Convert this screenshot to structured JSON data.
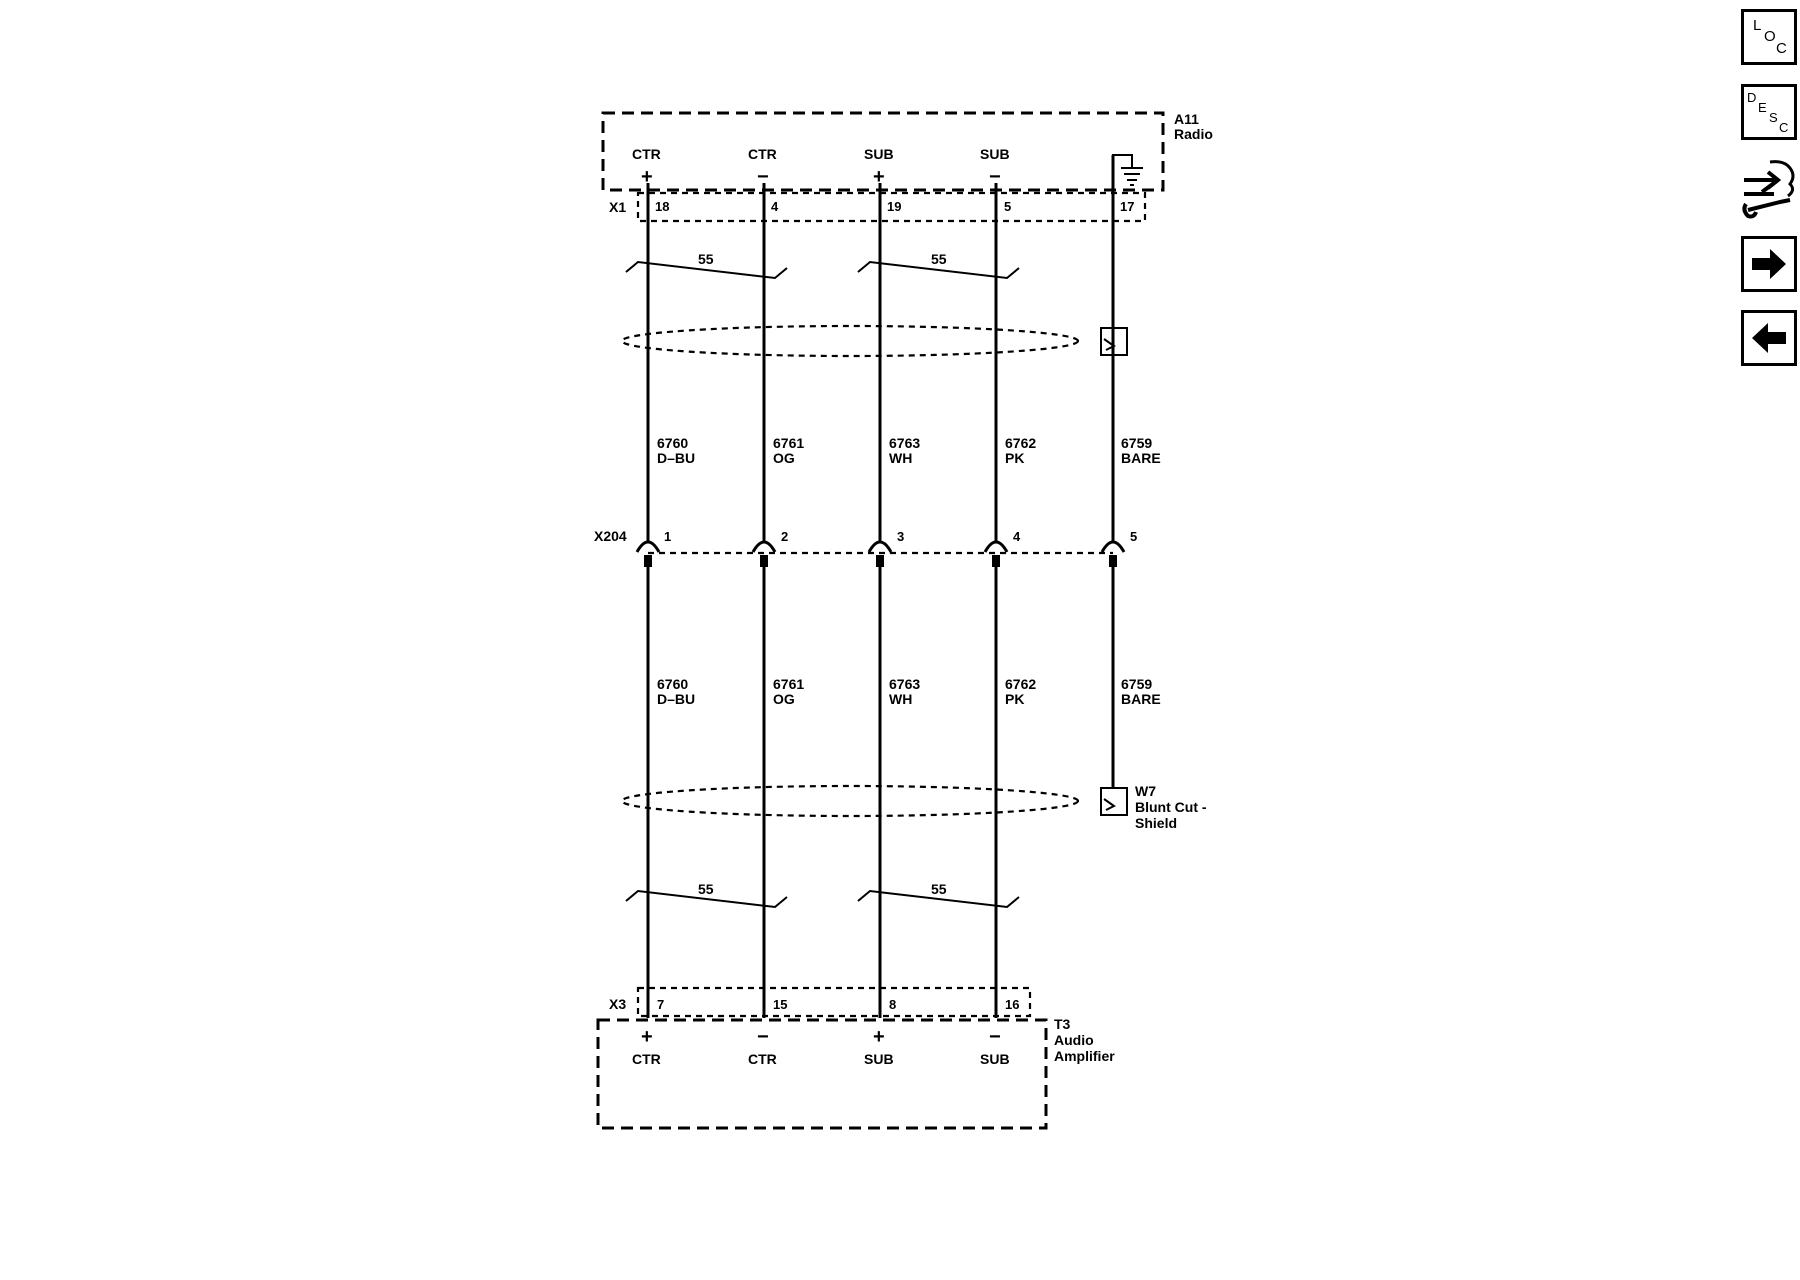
{
  "components": {
    "radio": {
      "ref": "A11",
      "name": "Radio",
      "connector": "X1"
    },
    "amplifier": {
      "ref": "T3",
      "name_line1": "Audio",
      "name_line2": "Amplifier",
      "connector": "X3"
    },
    "inline": {
      "ref": "X204"
    },
    "shield": {
      "ref": "W7",
      "line1": "Blunt Cut -",
      "line2": "Shield"
    }
  },
  "radio_terminals": [
    {
      "name": "CTR",
      "polarity": "+",
      "pin": "18"
    },
    {
      "name": "CTR",
      "polarity": "−",
      "pin": "4"
    },
    {
      "name": "SUB",
      "polarity": "+",
      "pin": "19"
    },
    {
      "name": "SUB",
      "polarity": "−",
      "pin": "5"
    },
    {
      "pin": "17"
    }
  ],
  "amp_terminals": [
    {
      "name": "CTR",
      "polarity": "+",
      "pin": "7"
    },
    {
      "name": "CTR",
      "polarity": "−",
      "pin": "15"
    },
    {
      "name": "SUB",
      "polarity": "+",
      "pin": "8"
    },
    {
      "name": "SUB",
      "polarity": "−",
      "pin": "16"
    }
  ],
  "circuits": [
    {
      "number": "6760",
      "color": "D–BU",
      "x204_pin": "1"
    },
    {
      "number": "6761",
      "color": "OG",
      "x204_pin": "2"
    },
    {
      "number": "6763",
      "color": "WH",
      "x204_pin": "3"
    },
    {
      "number": "6762",
      "color": "PK",
      "x204_pin": "4"
    },
    {
      "number": "6759",
      "color": "BARE",
      "x204_pin": "5"
    }
  ],
  "twist_label": "55",
  "nav": {
    "loc": {
      "l1": "L",
      "l2": "O",
      "l3": "C"
    },
    "desc": {
      "l1": "D",
      "l2": "E",
      "l3": "S",
      "l4": "C"
    },
    "icons": [
      "connector-repair-icon",
      "arrow-right-icon",
      "arrow-left-icon"
    ]
  }
}
